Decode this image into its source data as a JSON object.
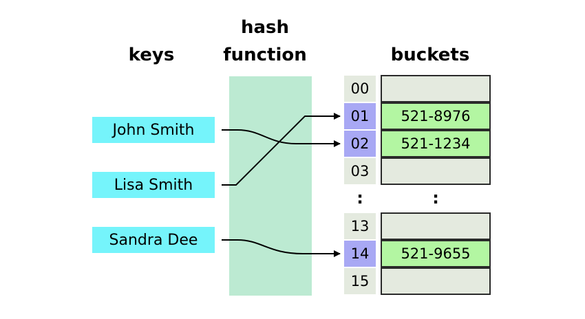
{
  "headers": {
    "keys": "keys",
    "hash_line1": "hash",
    "hash_line2": "function",
    "buckets": "buckets"
  },
  "keys": [
    "John Smith",
    "Lisa Smith",
    "Sandra Dee"
  ],
  "indices": [
    "00",
    "01",
    "02",
    "03",
    "13",
    "14",
    "15"
  ],
  "bucket_values": [
    "",
    "521-8976",
    "521-1234",
    "",
    "",
    "521-9655",
    ""
  ],
  "ellipsis": ":",
  "mappings": [
    {
      "key": "John Smith",
      "index": "02"
    },
    {
      "key": "Lisa Smith",
      "index": "01"
    },
    {
      "key": "Sandra Dee",
      "index": "14"
    }
  ],
  "colors": {
    "key_fill": "#75f4fb",
    "hash_band": "#bcead2",
    "index_fill": "#e4eadf",
    "index_hit": "#a8a8f4",
    "bucket_empty": "#e4eadf",
    "bucket_filled": "#b3f6a2"
  }
}
